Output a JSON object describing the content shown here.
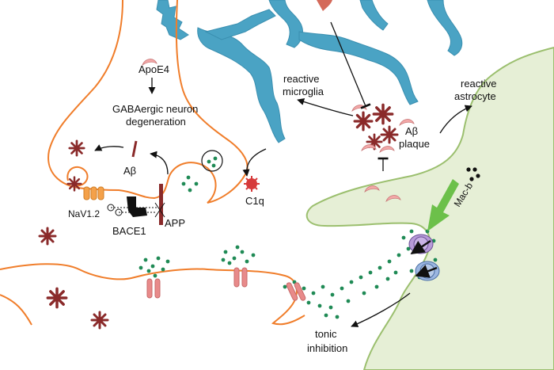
{
  "labels": {
    "apoe4": "ApoE4",
    "gaba_line1": "GABAergic neuron",
    "gaba_line2": "degeneration",
    "abeta_inner": "Aβ",
    "nav": "NaV1.2",
    "bace1": "BACE1",
    "app": "APP",
    "c1q": "C1q",
    "microglia_line1": "reactive",
    "microglia_line2": "microglia",
    "astrocyte_line1": "reactive",
    "astrocyte_line2": "astrocyte",
    "plaque_line1": "Aβ",
    "plaque_line2": "plaque",
    "macb": "Mac-b",
    "tonic_line1": "tonic",
    "tonic_line2": "inhibition"
  },
  "colors": {
    "neuron_outline": "#f07d2a",
    "microglia": "#4aa3c4",
    "astrocyte_fill": "#e6efd6",
    "astrocyte_stroke": "#9bbf6e",
    "abeta_star": "#8a2a2a",
    "gaba_dot": "#1f8a55",
    "receptor": "#e88a8a",
    "transporter_purple": "#b79ad8",
    "transporter_blue": "#9bb6e0",
    "macb_arrow": "#6cc04a"
  }
}
